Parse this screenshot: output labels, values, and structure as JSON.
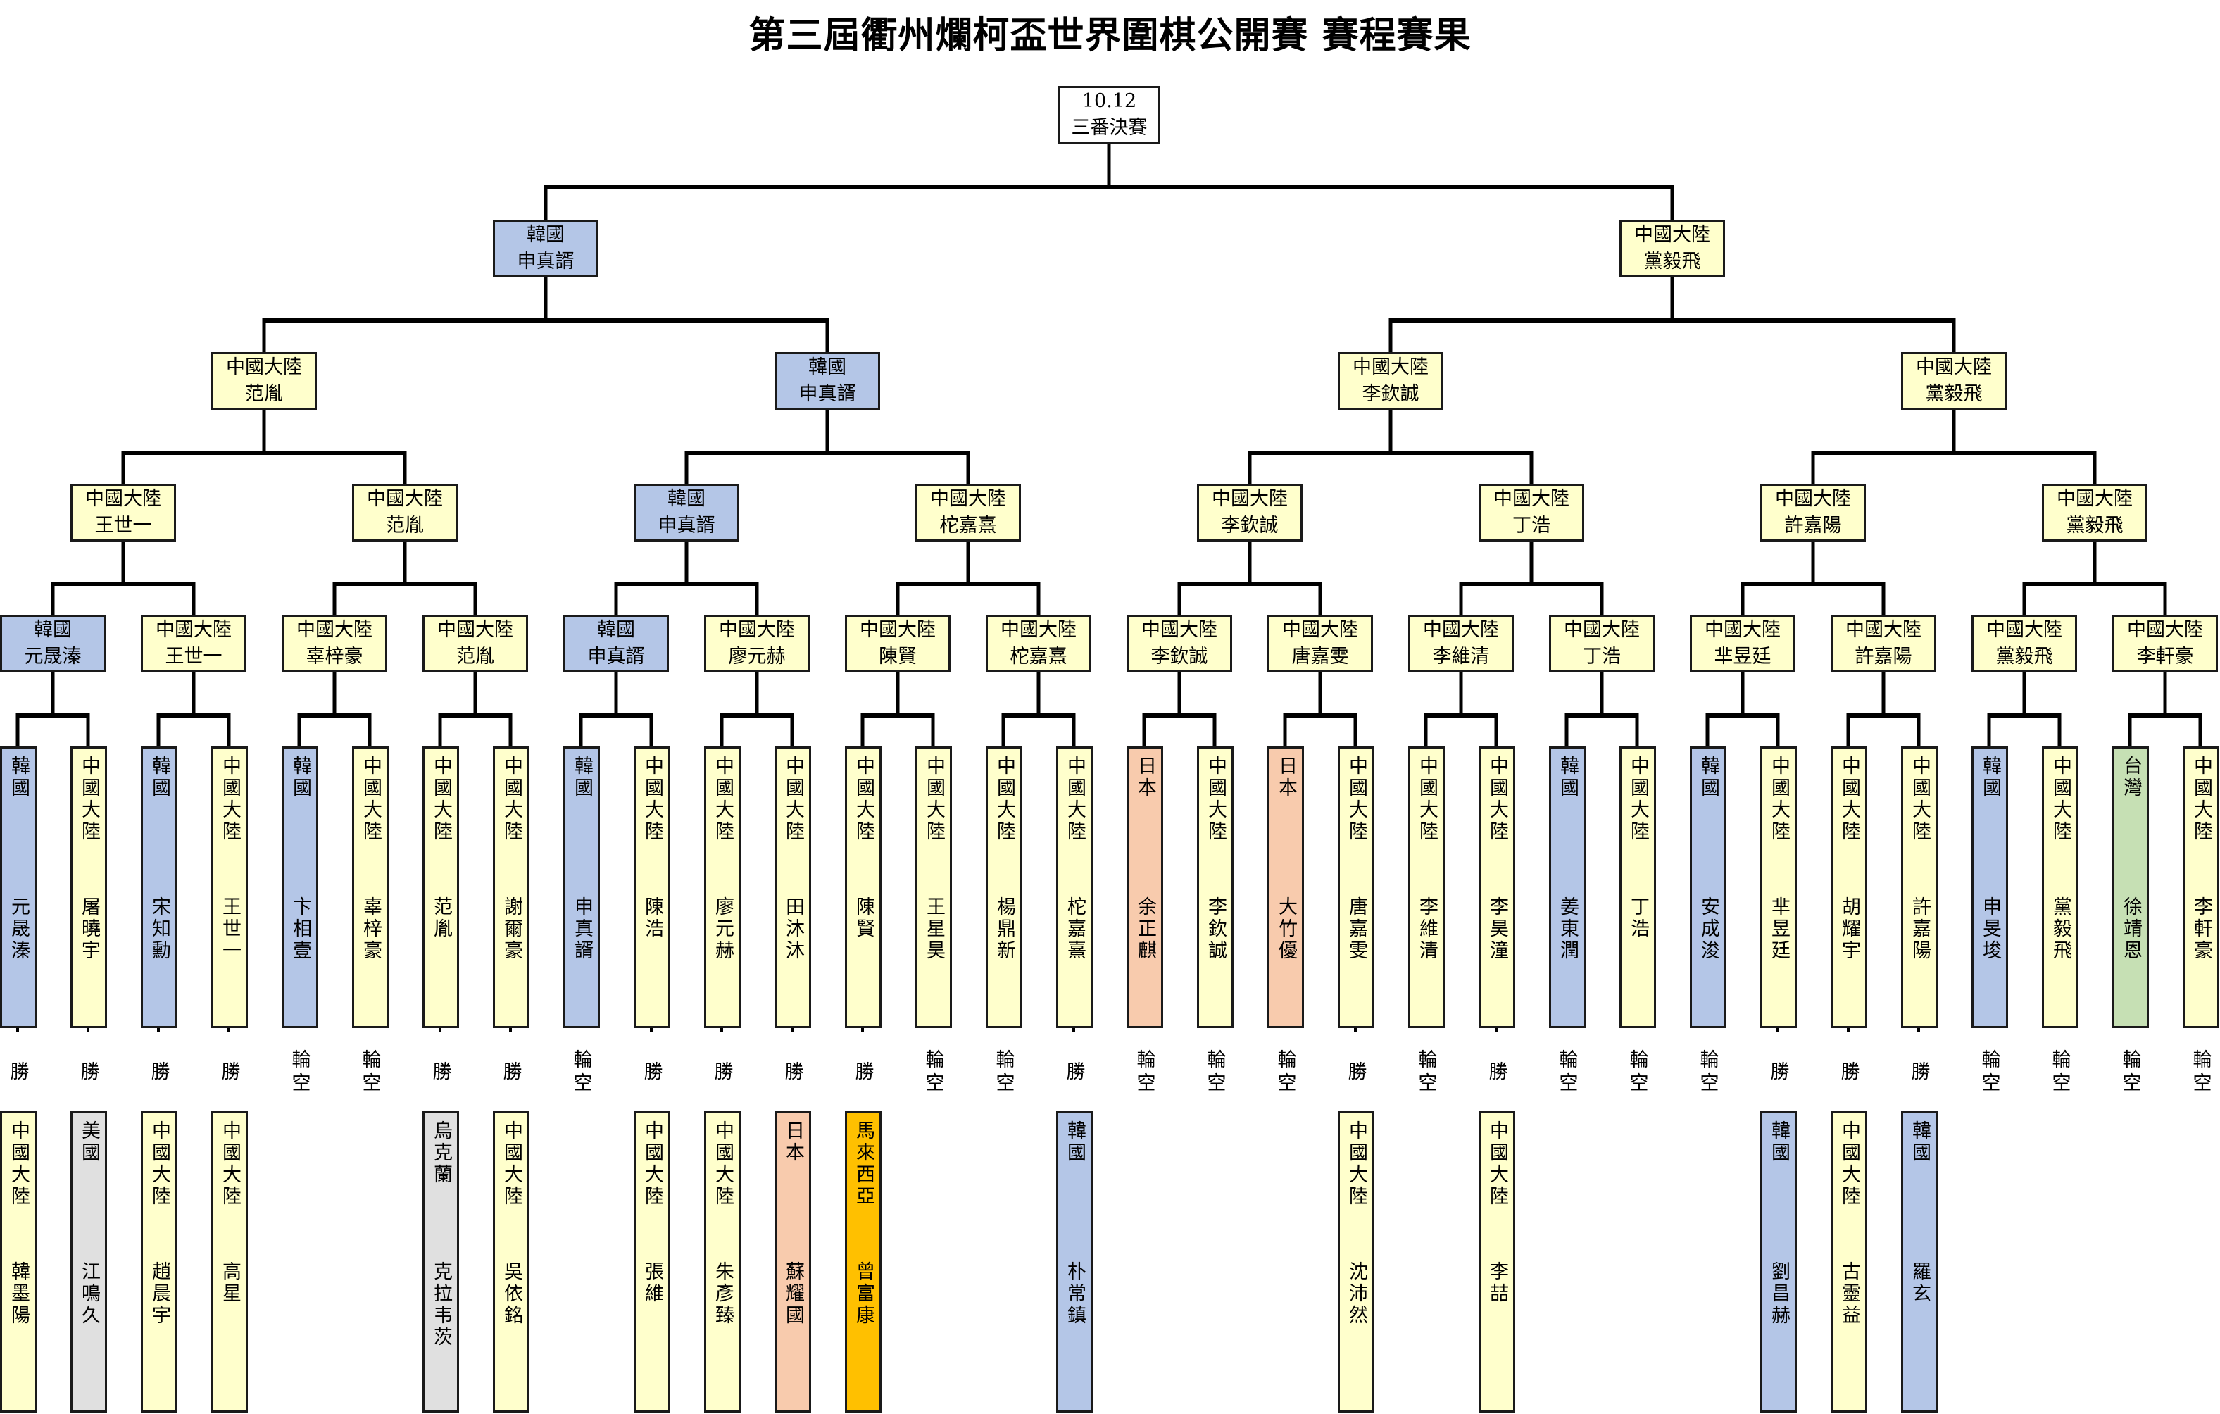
{
  "title": "第三屆衢州爛柯盃世界圍棋公開賽 賽程賽果",
  "colors": {
    "韓國": "#b4c6e7",
    "中國大陸": "#ffffcc",
    "日本": "#f8cbad",
    "台灣": "#c6e0b4",
    "美國": "#e0e0e0",
    "烏克蘭": "#e0e0e0",
    "馬來西亞": "#ffc000"
  },
  "final": {
    "date": "10.12",
    "label": "三番決賽"
  },
  "semifinal_winners": [
    {
      "country": "韓國",
      "name": "申真諝"
    },
    {
      "country": "中國大陸",
      "name": "黨毅飛"
    }
  ],
  "quarterfinal_winners": [
    {
      "country": "中國大陸",
      "name": "范胤"
    },
    {
      "country": "韓國",
      "name": "申真諝"
    },
    {
      "country": "中國大陸",
      "name": "李欽誠"
    },
    {
      "country": "中國大陸",
      "name": "黨毅飛"
    }
  ],
  "round3_winners": [
    {
      "country": "中國大陸",
      "name": "王世一"
    },
    {
      "country": "中國大陸",
      "name": "范胤"
    },
    {
      "country": "韓國",
      "name": "申真諝"
    },
    {
      "country": "中國大陸",
      "name": "柁嘉熹"
    },
    {
      "country": "中國大陸",
      "name": "李欽誠"
    },
    {
      "country": "中國大陸",
      "name": "丁浩"
    },
    {
      "country": "中國大陸",
      "name": "許嘉陽"
    },
    {
      "country": "中國大陸",
      "name": "黨毅飛"
    }
  ],
  "round2_winners": [
    {
      "country": "韓國",
      "name": "元晟溱"
    },
    {
      "country": "中國大陸",
      "name": "王世一"
    },
    {
      "country": "中國大陸",
      "name": "辜梓豪"
    },
    {
      "country": "中國大陸",
      "name": "范胤"
    },
    {
      "country": "韓國",
      "name": "申真諝"
    },
    {
      "country": "中國大陸",
      "name": "廖元赫"
    },
    {
      "country": "中國大陸",
      "name": "陳賢"
    },
    {
      "country": "中國大陸",
      "name": "柁嘉熹"
    },
    {
      "country": "中國大陸",
      "name": "李欽誠"
    },
    {
      "country": "中國大陸",
      "name": "唐嘉雯"
    },
    {
      "country": "中國大陸",
      "name": "李維清"
    },
    {
      "country": "中國大陸",
      "name": "丁浩"
    },
    {
      "country": "中國大陸",
      "name": "芈昱廷"
    },
    {
      "country": "中國大陸",
      "name": "許嘉陽"
    },
    {
      "country": "中國大陸",
      "name": "黨毅飛"
    },
    {
      "country": "中國大陸",
      "name": "李軒豪"
    }
  ],
  "round1_players": [
    {
      "country": "韓國",
      "name": "元晟溱",
      "result": "勝"
    },
    {
      "country": "中國大陸",
      "name": "屠曉宇",
      "result": "勝"
    },
    {
      "country": "韓國",
      "name": "宋知勳",
      "result": "勝"
    },
    {
      "country": "中國大陸",
      "name": "王世一",
      "result": "勝"
    },
    {
      "country": "韓國",
      "name": "卞相壹",
      "result": "輪空"
    },
    {
      "country": "中國大陸",
      "name": "辜梓豪",
      "result": "輪空"
    },
    {
      "country": "中國大陸",
      "name": "范胤",
      "result": "勝"
    },
    {
      "country": "中國大陸",
      "name": "謝爾豪",
      "result": "勝"
    },
    {
      "country": "韓國",
      "name": "申真諝",
      "result": "輪空"
    },
    {
      "country": "中國大陸",
      "name": "陳浩",
      "result": "勝"
    },
    {
      "country": "中國大陸",
      "name": "廖元赫",
      "result": "勝"
    },
    {
      "country": "中國大陸",
      "name": "田沐沐",
      "result": "勝"
    },
    {
      "country": "中國大陸",
      "name": "陳賢",
      "result": "勝"
    },
    {
      "country": "中國大陸",
      "name": "王星昊",
      "result": "輪空"
    },
    {
      "country": "中國大陸",
      "name": "楊鼎新",
      "result": "輪空"
    },
    {
      "country": "中國大陸",
      "name": "柁嘉熹",
      "result": "勝"
    },
    {
      "country": "日本",
      "name": "余正麒",
      "result": "輪空"
    },
    {
      "country": "中國大陸",
      "name": "李欽誠",
      "result": "輪空"
    },
    {
      "country": "日本",
      "name": "大竹優",
      "result": "輪空"
    },
    {
      "country": "中國大陸",
      "name": "唐嘉雯",
      "result": "勝"
    },
    {
      "country": "中國大陸",
      "name": "李維清",
      "result": "輪空"
    },
    {
      "country": "中國大陸",
      "name": "李昊潼",
      "result": "勝"
    },
    {
      "country": "韓國",
      "name": "姜東潤",
      "result": "輪空"
    },
    {
      "country": "中國大陸",
      "name": "丁浩",
      "result": "輪空"
    },
    {
      "country": "韓國",
      "name": "安成浚",
      "result": "輪空"
    },
    {
      "country": "中國大陸",
      "name": "芈昱廷",
      "result": "勝"
    },
    {
      "country": "中國大陸",
      "name": "胡耀宇",
      "result": "勝"
    },
    {
      "country": "中國大陸",
      "name": "許嘉陽",
      "result": "勝"
    },
    {
      "country": "韓國",
      "name": "申旻埈",
      "result": "輪空"
    },
    {
      "country": "中國大陸",
      "name": "黨毅飛",
      "result": "輪空"
    },
    {
      "country": "台灣",
      "name": "徐靖恩",
      "result": "輪空"
    },
    {
      "country": "中國大陸",
      "name": "李軒豪",
      "result": "輪空"
    }
  ],
  "round1_opponents": [
    {
      "slot": 0,
      "country": "中國大陸",
      "name": "韓墨陽"
    },
    {
      "slot": 1,
      "country": "美國",
      "name": "江鳴久"
    },
    {
      "slot": 2,
      "country": "中國大陸",
      "name": "趙晨宇"
    },
    {
      "slot": 3,
      "country": "中國大陸",
      "name": "高星"
    },
    {
      "slot": 6,
      "country": "烏克蘭",
      "name": "克拉韦茨"
    },
    {
      "slot": 7,
      "country": "中國大陸",
      "name": "吳依銘"
    },
    {
      "slot": 9,
      "country": "中國大陸",
      "name": "張維"
    },
    {
      "slot": 10,
      "country": "中國大陸",
      "name": "朱彥臻"
    },
    {
      "slot": 11,
      "country": "日本",
      "name": "蘇耀國"
    },
    {
      "slot": 12,
      "country": "馬來西亞",
      "name": "曾富康"
    },
    {
      "slot": 15,
      "country": "韓國",
      "name": "朴常鎮"
    },
    {
      "slot": 19,
      "country": "中國大陸",
      "name": "沈沛然"
    },
    {
      "slot": 21,
      "country": "中國大陸",
      "name": "李喆"
    },
    {
      "slot": 25,
      "country": "韓國",
      "name": "劉昌赫"
    },
    {
      "slot": 26,
      "country": "中國大陸",
      "name": "古靈益"
    },
    {
      "slot": 27,
      "country": "韓國",
      "name": "羅玄"
    }
  ]
}
